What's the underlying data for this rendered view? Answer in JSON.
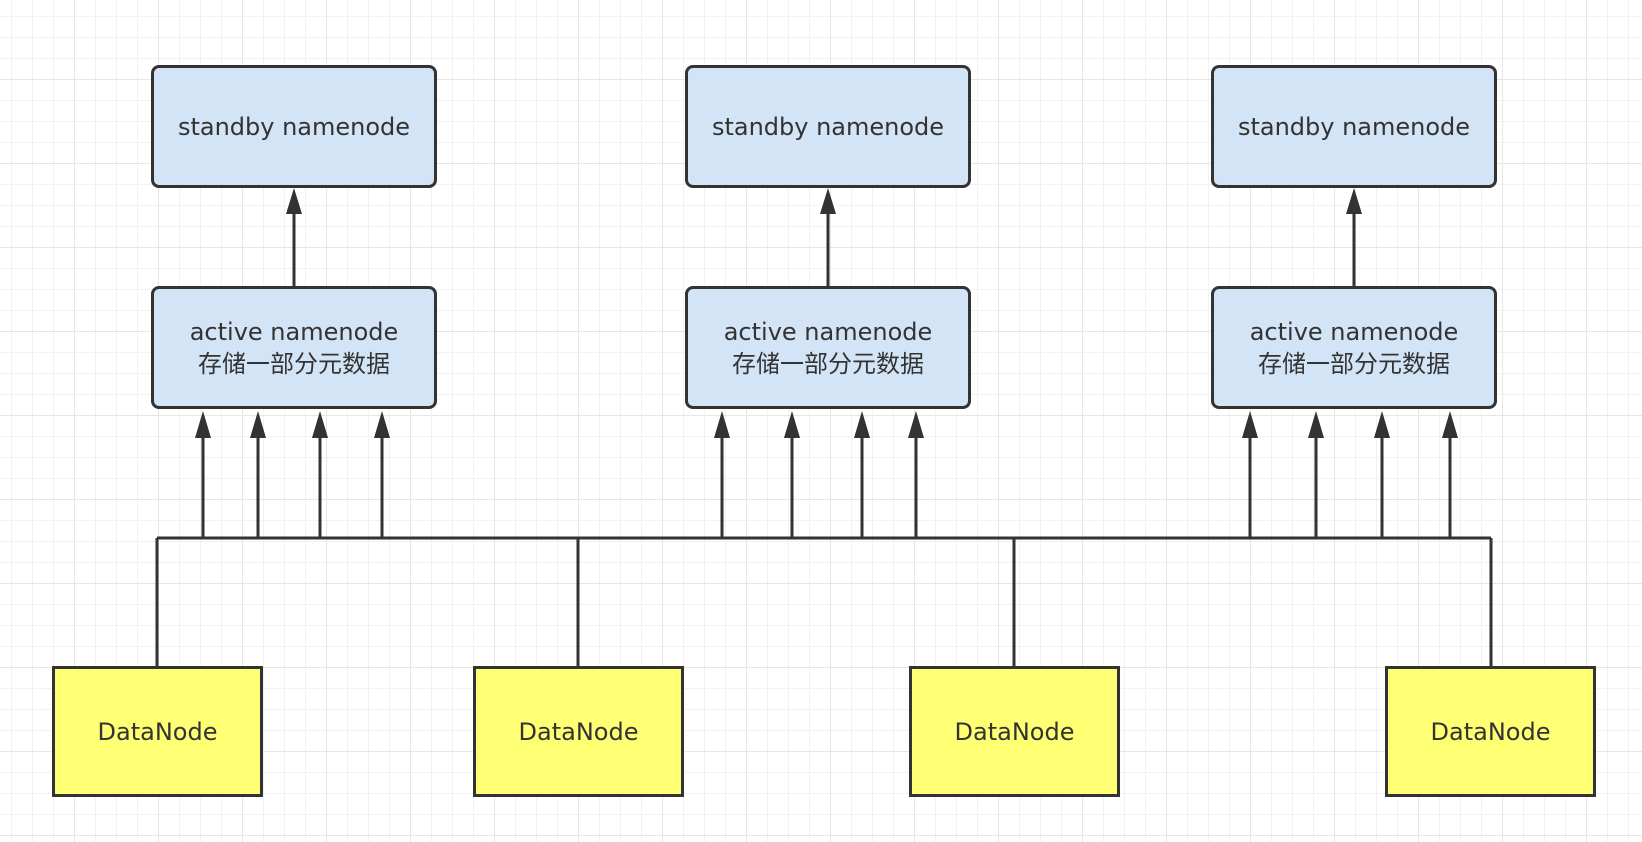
{
  "diagram": {
    "colors": {
      "namenode_fill": "#d4e4f7",
      "datanode_fill": "#ffff74",
      "stroke": "#333333"
    },
    "clusters": [
      {
        "standby_label": "standby namenode",
        "active_label_1": "active namenode",
        "active_label_2": "存储一部分元数据"
      },
      {
        "standby_label": "standby namenode",
        "active_label_1": "active namenode",
        "active_label_2": "存储一部分元数据"
      },
      {
        "standby_label": "standby namenode",
        "active_label_1": "active namenode",
        "active_label_2": "存储一部分元数据"
      }
    ],
    "datanodes": [
      {
        "label": "DataNode"
      },
      {
        "label": "DataNode"
      },
      {
        "label": "DataNode"
      },
      {
        "label": "DataNode"
      }
    ]
  }
}
